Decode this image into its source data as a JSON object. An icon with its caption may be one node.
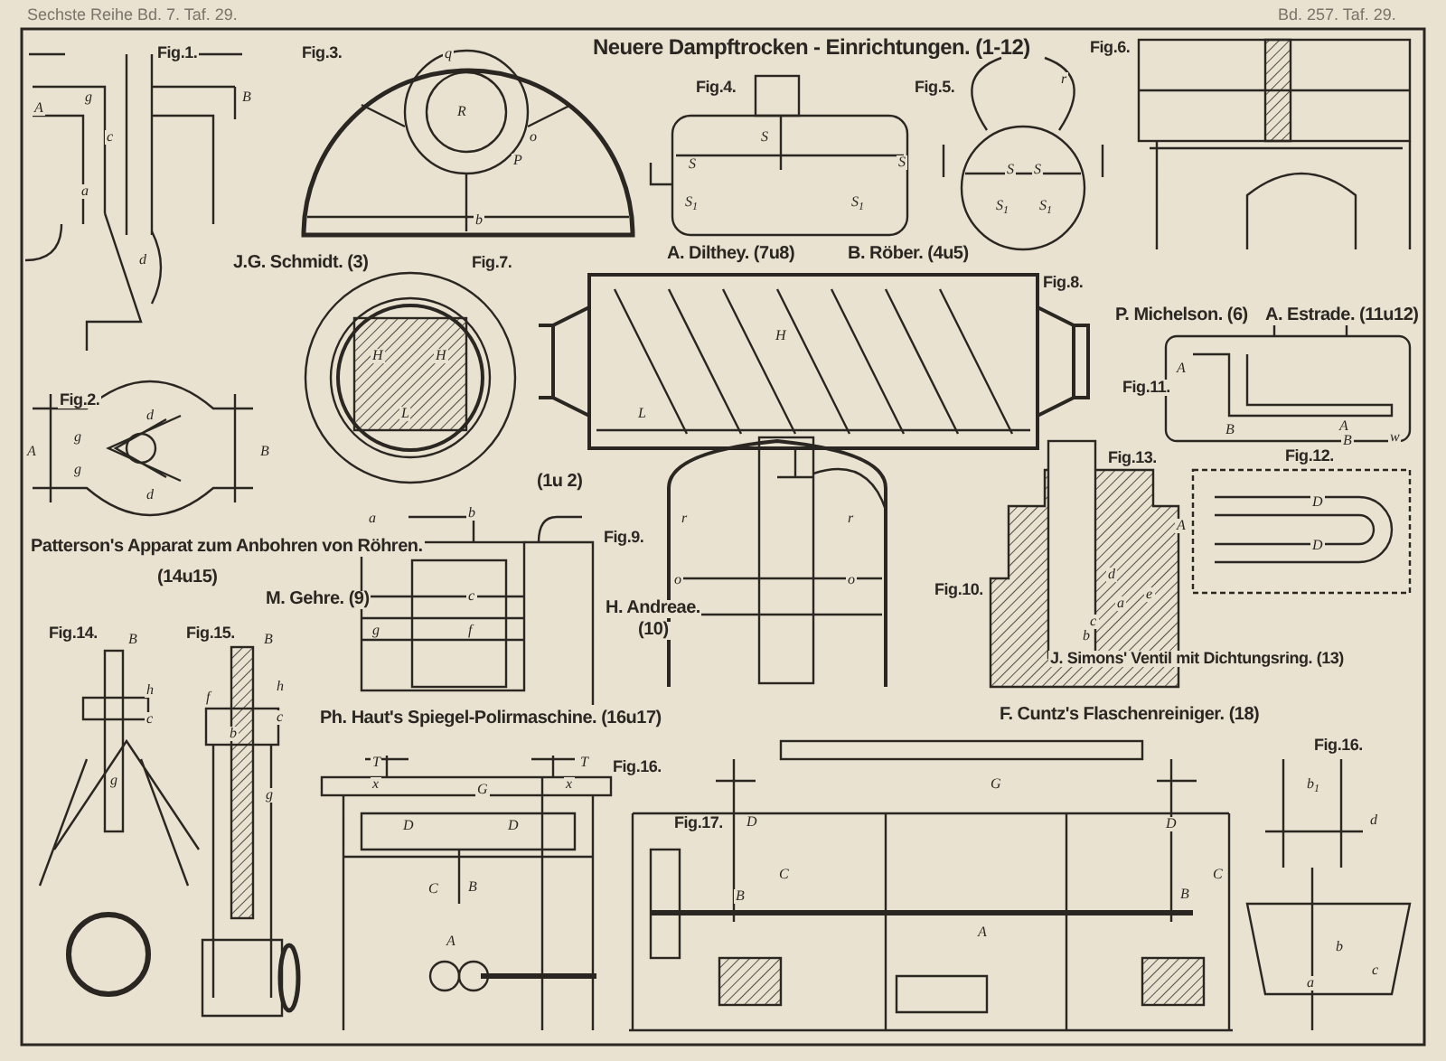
{
  "diagram": {
    "title": "Neuere Dampftrocken - Einrichtungen. (1-12)",
    "labels": [
      "Sechste Reihe Bd. 7. Taf. 29.",
      "Bd. 257. Taf. 29.",
      "Fig.1.",
      "Fig.3.",
      "Fig.4.",
      "Fig.5.",
      "Fig.6.",
      "J.G. Schmidt. (3)",
      "Fig.7.",
      "A. Dilthey. (7u8)",
      "B. Röber. (4u5)",
      "Fig.8.",
      "P. Michelson. (6)",
      "A. Estrade. (11u12)",
      "Fig.2.",
      "Fig.11.",
      "(1u 2)",
      "Fig.13.",
      "Fig.12.",
      "Fig.9.",
      "Patterson's Apparat zum Anbohren von Röhren.",
      "(14u15)",
      "Fig.10.",
      "M. Gehre. (9)",
      "H. Andreae.",
      "Fig.14.",
      "Fig.15.",
      "(10)",
      "J. Simons' Ventil mit Dichtungsring. (13)",
      "Ph. Haut's Spiegel-Polirmaschine. (16u17)",
      "F. Cuntz's Flaschenreiniger. (18)",
      "Fig.16.",
      "Fig.16.",
      "Fig.17.",
      "A",
      "g",
      "c",
      "B",
      "a",
      "d",
      "q",
      "R",
      "P",
      "o",
      "b",
      "S",
      "S",
      "S",
      "S$_{1}$",
      "S$_{1}$",
      "r",
      "S",
      "S",
      "S$_{1}$",
      "S$_{1}$",
      "A",
      "B",
      "d",
      "d",
      "g",
      "g",
      "H",
      "H",
      "L",
      "H",
      "L",
      "a",
      "b",
      "c",
      "g",
      "f",
      "A",
      "B",
      "A",
      "B",
      "w",
      "D",
      "D",
      "A",
      "d",
      "a",
      "e",
      "c",
      "b",
      "r",
      "r",
      "o",
      "o",
      "B",
      "h",
      "c",
      "g",
      "B",
      "h",
      "f",
      "c",
      "b",
      "g",
      "T",
      "T",
      "x",
      "x",
      "G",
      "D",
      "D",
      "C",
      "B",
      "A",
      "G",
      "D",
      "C",
      "B",
      "D",
      "C",
      "B",
      "A",
      "b$_{1}$",
      "d",
      "b",
      "a",
      "c"
    ]
  }
}
